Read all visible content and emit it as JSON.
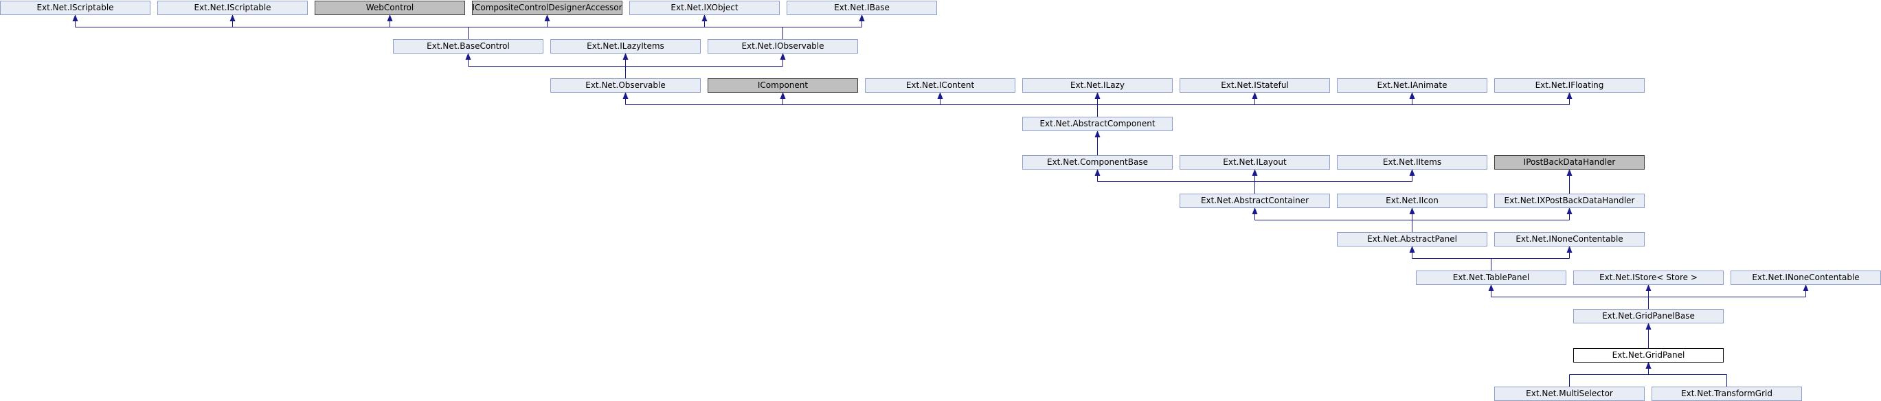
{
  "diagram": {
    "colors": {
      "node_fill": "#e8ecf4",
      "node_stroke": "#8f9fcc",
      "external_fill": "#bfbfbf",
      "external_stroke": "#404040",
      "focus_fill": "#ffffff",
      "focus_stroke": "#000000",
      "edge": "#1a1a8a"
    },
    "nodes": [
      {
        "id": "n1",
        "label": "Ext.Net.IScriptable",
        "kind": "normal"
      },
      {
        "id": "n2",
        "label": "Ext.Net.IScriptable",
        "kind": "normal"
      },
      {
        "id": "n3",
        "label": "WebControl",
        "kind": "external"
      },
      {
        "id": "n4",
        "label": "ICompositeControlDesignerAccessor",
        "kind": "external"
      },
      {
        "id": "n5",
        "label": "Ext.Net.IXObject",
        "kind": "normal"
      },
      {
        "id": "n6",
        "label": "Ext.Net.IBase",
        "kind": "normal"
      },
      {
        "id": "n7",
        "label": "Ext.Net.BaseControl",
        "kind": "normal"
      },
      {
        "id": "n8",
        "label": "Ext.Net.ILazyItems",
        "kind": "normal"
      },
      {
        "id": "n9",
        "label": "Ext.Net.IObservable",
        "kind": "normal"
      },
      {
        "id": "n10",
        "label": "Ext.Net.Observable",
        "kind": "normal"
      },
      {
        "id": "n11",
        "label": "IComponent",
        "kind": "external"
      },
      {
        "id": "n12",
        "label": "Ext.Net.IContent",
        "kind": "normal"
      },
      {
        "id": "n13",
        "label": "Ext.Net.ILazy",
        "kind": "normal"
      },
      {
        "id": "n14",
        "label": "Ext.Net.IStateful",
        "kind": "normal"
      },
      {
        "id": "n15",
        "label": "Ext.Net.IAnimate",
        "kind": "normal"
      },
      {
        "id": "n16",
        "label": "Ext.Net.IFloating",
        "kind": "normal"
      },
      {
        "id": "n17",
        "label": "Ext.Net.AbstractComponent",
        "kind": "normal"
      },
      {
        "id": "n18",
        "label": "Ext.Net.ComponentBase",
        "kind": "normal"
      },
      {
        "id": "n19",
        "label": "Ext.Net.ILayout",
        "kind": "normal"
      },
      {
        "id": "n20",
        "label": "Ext.Net.IItems",
        "kind": "normal"
      },
      {
        "id": "n21",
        "label": "IPostBackDataHandler",
        "kind": "external"
      },
      {
        "id": "n22",
        "label": "Ext.Net.AbstractContainer",
        "kind": "normal"
      },
      {
        "id": "n23",
        "label": "Ext.Net.IIcon",
        "kind": "normal"
      },
      {
        "id": "n24",
        "label": "Ext.Net.IXPostBackDataHandler",
        "kind": "normal"
      },
      {
        "id": "n25",
        "label": "Ext.Net.AbstractPanel",
        "kind": "normal"
      },
      {
        "id": "n26",
        "label": "Ext.Net.INoneContentable",
        "kind": "normal"
      },
      {
        "id": "n27",
        "label": "Ext.Net.TablePanel",
        "kind": "normal"
      },
      {
        "id": "n28",
        "label": "Ext.Net.IStore< Store >",
        "kind": "normal"
      },
      {
        "id": "n29",
        "label": "Ext.Net.INoneContentable",
        "kind": "normal"
      },
      {
        "id": "n30",
        "label": "Ext.Net.GridPanelBase",
        "kind": "normal"
      },
      {
        "id": "n31",
        "label": "Ext.Net.GridPanel",
        "kind": "focus"
      },
      {
        "id": "n32",
        "label": "Ext.Net.MultiSelector",
        "kind": "normal"
      },
      {
        "id": "n33",
        "label": "Ext.Net.TransformGrid",
        "kind": "normal"
      }
    ],
    "edges": [
      {
        "from": "n7",
        "to": [
          "n1",
          "n2",
          "n3",
          "n4",
          "n5",
          "n6"
        ]
      },
      {
        "from": "n9",
        "to": [
          "n6"
        ]
      },
      {
        "from": "n10",
        "to": [
          "n7",
          "n8",
          "n9"
        ]
      },
      {
        "from": "n17",
        "to": [
          "n10",
          "n11",
          "n12",
          "n13",
          "n14",
          "n15",
          "n16"
        ]
      },
      {
        "from": "n18",
        "to": [
          "n17"
        ]
      },
      {
        "from": "n22",
        "to": [
          "n18",
          "n19",
          "n20"
        ]
      },
      {
        "from": "n24",
        "to": [
          "n21"
        ]
      },
      {
        "from": "n25",
        "to": [
          "n22",
          "n23",
          "n24"
        ]
      },
      {
        "from": "n27",
        "to": [
          "n25",
          "n26"
        ]
      },
      {
        "from": "n30",
        "to": [
          "n27",
          "n28",
          "n29"
        ]
      },
      {
        "from": "n31",
        "to": [
          "n30"
        ]
      },
      {
        "from": "n32",
        "to": [
          "n31"
        ]
      },
      {
        "from": "n33",
        "to": [
          "n31"
        ]
      }
    ]
  }
}
